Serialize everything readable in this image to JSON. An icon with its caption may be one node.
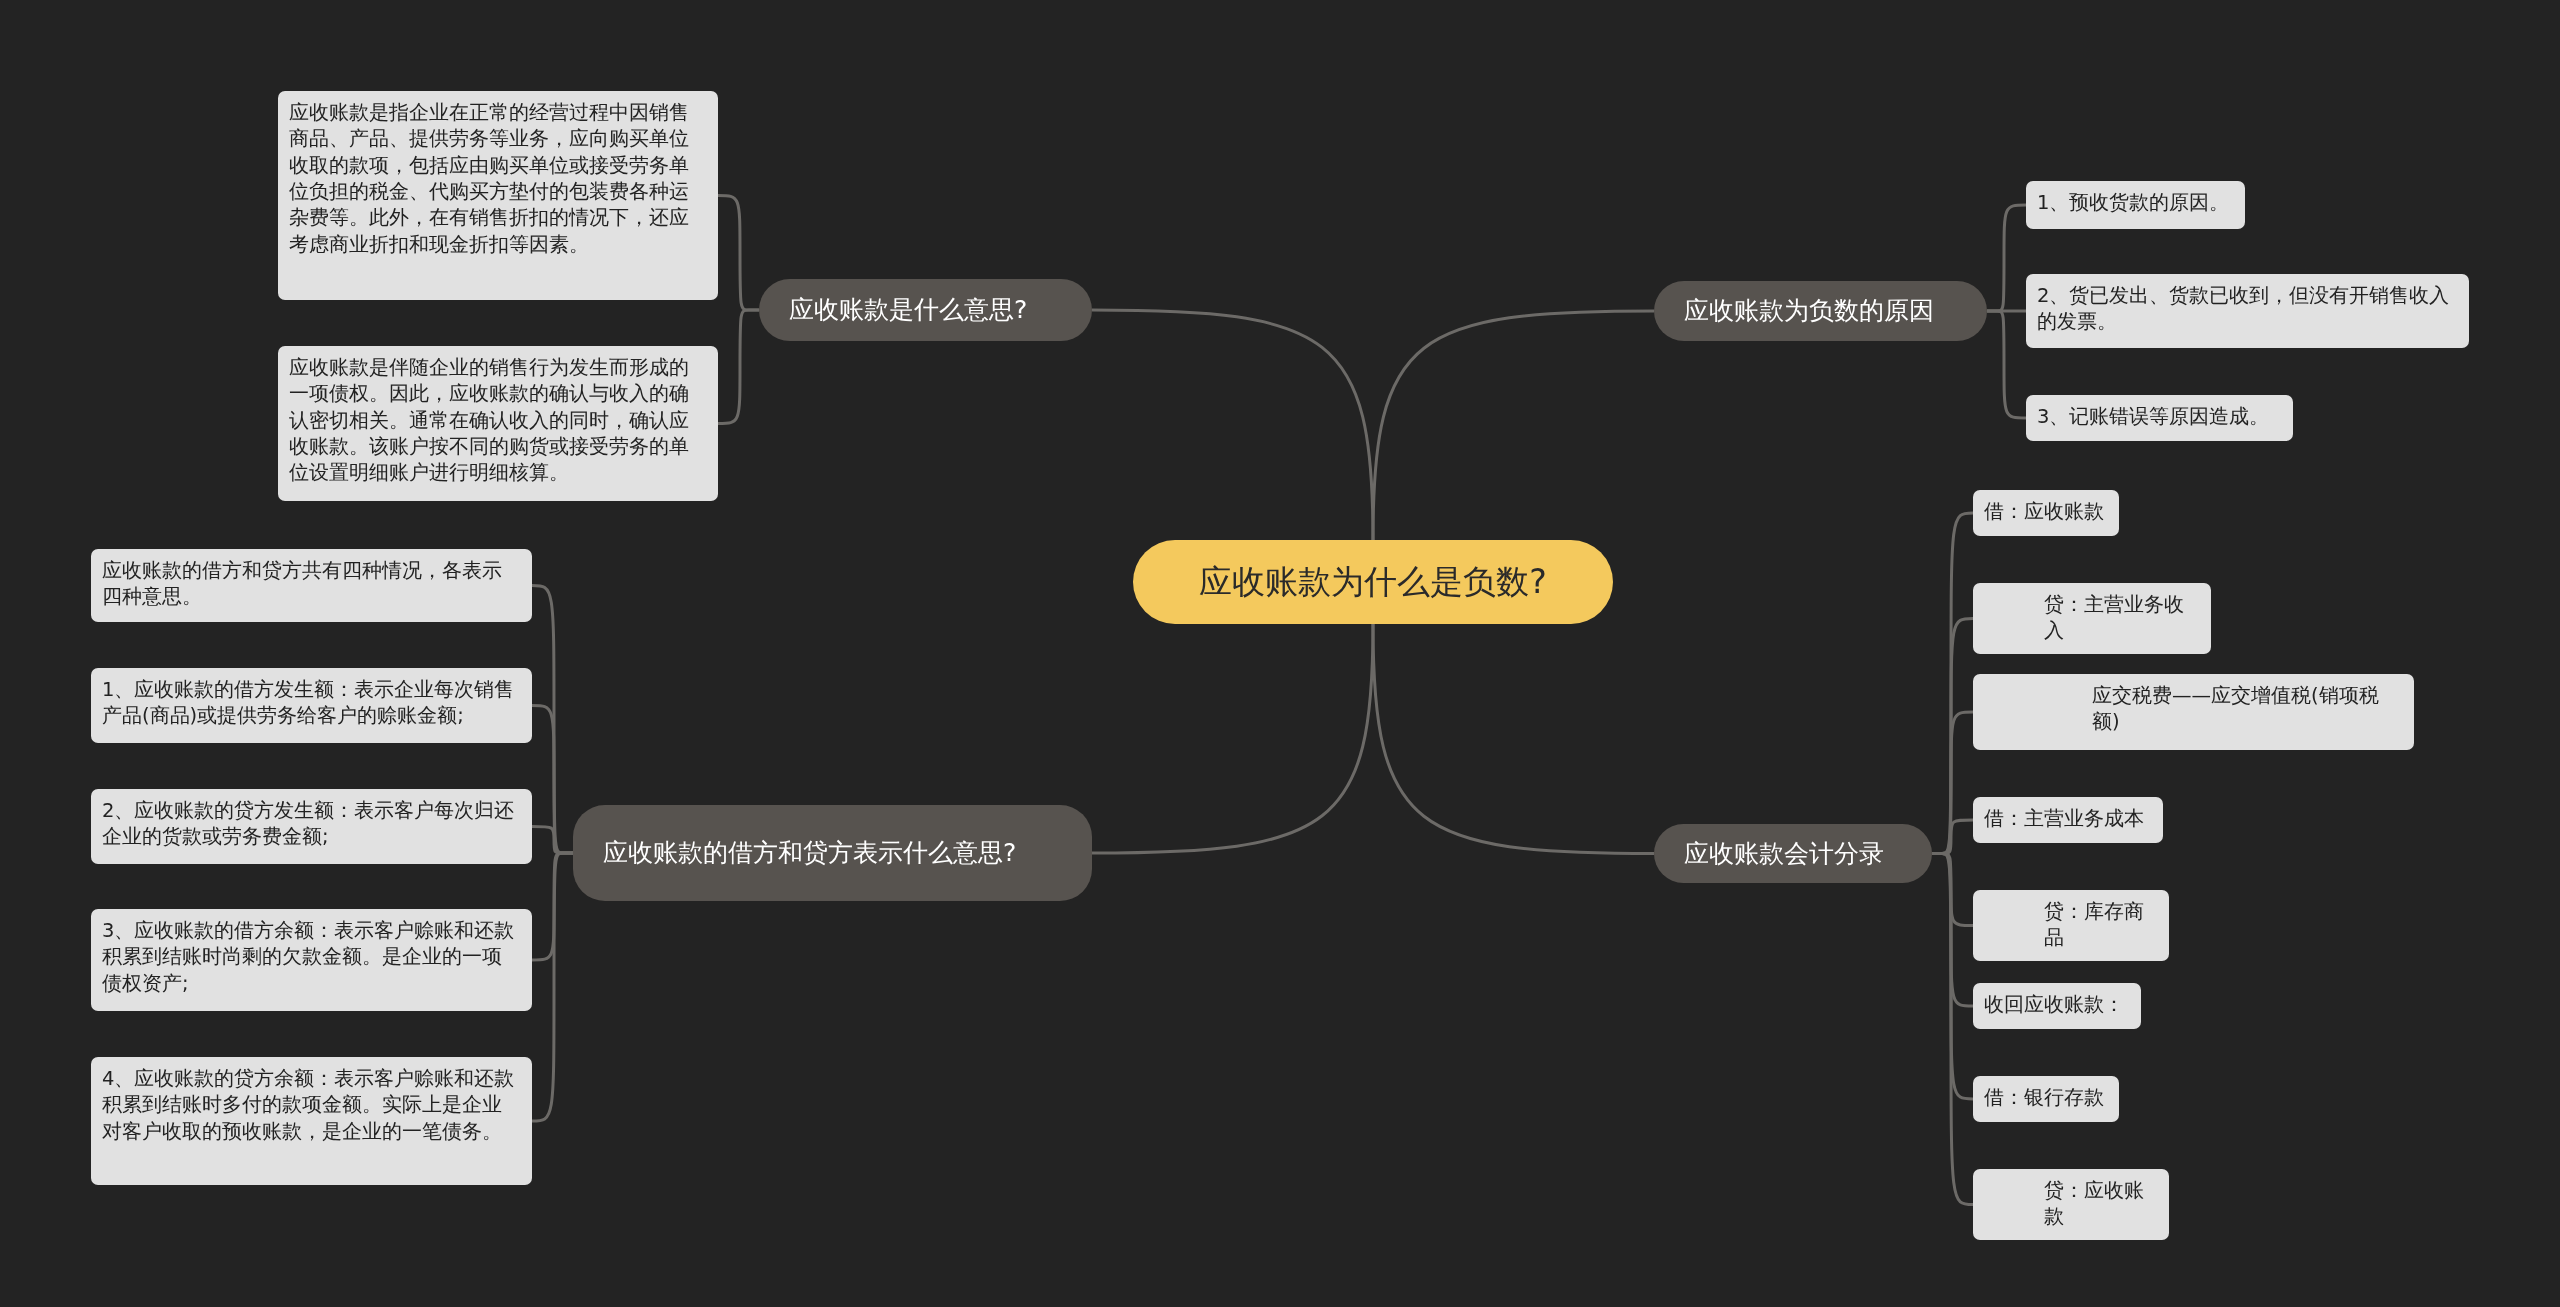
{
  "diagram": {
    "nodes": [
      {
        "text": [
          "应收账款为什么是负数?"
        ]
      },
      {
        "text": [
          "应收账款是什么意思?"
        ]
      },
      {
        "text": [
          "应收账款是指企业在正常的经营过程中因销售商品、产品、提供劳务等业务，应向购买单位收取的款项，包括应由购买单位或接受劳务单位负担的税金、代购买方垫付的包装费各种运杂费等。此外，在有销售折扣的情况下，还应考虑商业折扣和现金折扣等因素。"
        ]
      },
      {
        "text": [
          "应收账款是伴随企业的销售行为发生而形成的一项债权。因此，应收账款的确认与收入的确认密切相关。通常在确认收入的同时，确认应收账款。该账户按不同的购货或接受劳务的单位设置明细账户进行明细核算。"
        ]
      },
      {
        "text": [
          "应收账款的借方和贷方表示什么意思?"
        ]
      },
      {
        "text": [
          "应收账款的借方和贷方共有四种情况，各表示四种意思。"
        ]
      },
      {
        "text": [
          "1、应收账款的借方发生额：表示企业每次销售产品(商品)或提供劳务给客户的赊账金额;"
        ]
      },
      {
        "text": [
          "2、应收账款的贷方发生额：表示客户每次归还企业的货款或劳务费金额;"
        ]
      },
      {
        "text": [
          "3、应收账款的借方余额：表示客户赊账和还款积累到结账时尚剩的欠款金额。是企业的一项债权资产;"
        ]
      },
      {
        "text": [
          "4、应收账款的贷方余额：表示客户赊账和还款积累到结账时多付的款项金额。实际上是企业对客户收取的预收账款，是企业的一笔债务。"
        ]
      },
      {
        "text": [
          "应收账款为负数的原因"
        ]
      },
      {
        "text": [
          "1、预收货款的原因。"
        ]
      },
      {
        "text": [
          "2、货已发出、货款已收到，但没有开销售收入的发票。"
        ]
      },
      {
        "text": [
          "3、记账错误等原因造成。"
        ]
      },
      {
        "text": [
          "应收账款会计分录"
        ]
      },
      {
        "text": [
          "借：应收账款"
        ]
      },
      {
        "text": [
          "贷：主营业务收入"
        ]
      },
      {
        "text": [
          "应交税费——应交增值税(销项税额)"
        ]
      },
      {
        "text": [
          "借：主营业务成本"
        ]
      },
      {
        "text": [
          "贷：库存商品"
        ]
      },
      {
        "text": [
          "收回应收账款："
        ]
      },
      {
        "text": [
          "借：银行存款"
        ]
      },
      {
        "text": [
          "贷：应收账款"
        ]
      }
    ],
    "edges": [
      {
        "from": 0,
        "to": 1,
        "arrow": "none"
      },
      {
        "from": 1,
        "to": 2,
        "arrow": "none"
      },
      {
        "from": 1,
        "to": 3,
        "arrow": "none"
      },
      {
        "from": 0,
        "to": 4,
        "arrow": "none"
      },
      {
        "from": 4,
        "to": 5,
        "arrow": "none"
      },
      {
        "from": 4,
        "to": 6,
        "arrow": "none"
      },
      {
        "from": 4,
        "to": 7,
        "arrow": "none"
      },
      {
        "from": 4,
        "to": 8,
        "arrow": "none"
      },
      {
        "from": 4,
        "to": 9,
        "arrow": "none"
      },
      {
        "from": 0,
        "to": 10,
        "arrow": "none"
      },
      {
        "from": 10,
        "to": 11,
        "arrow": "none"
      },
      {
        "from": 10,
        "to": 12,
        "arrow": "none"
      },
      {
        "from": 10,
        "to": 13,
        "arrow": "none"
      },
      {
        "from": 0,
        "to": 14,
        "arrow": "none"
      },
      {
        "from": 14,
        "to": 15,
        "arrow": "none"
      },
      {
        "from": 14,
        "to": 16,
        "arrow": "none"
      },
      {
        "from": 14,
        "to": 17,
        "arrow": "none"
      },
      {
        "from": 14,
        "to": 18,
        "arrow": "none"
      },
      {
        "from": 14,
        "to": 19,
        "arrow": "none"
      },
      {
        "from": 14,
        "to": 20,
        "arrow": "none"
      },
      {
        "from": 14,
        "to": 21,
        "arrow": "none"
      },
      {
        "from": 14,
        "to": 22,
        "arrow": "none"
      }
    ]
  }
}
